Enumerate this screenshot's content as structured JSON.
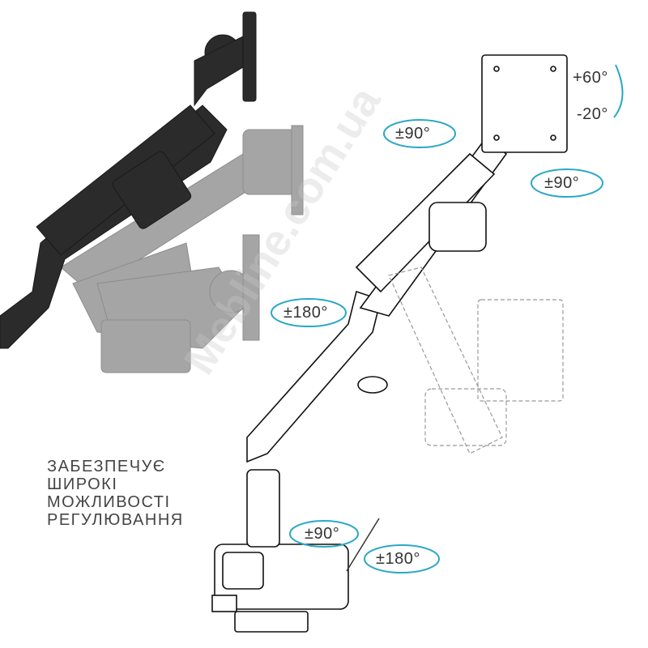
{
  "angles": {
    "tilt_up": "+60°",
    "tilt_down": "-20°",
    "head_swivel_left": "±90°",
    "head_swivel_right": "±90°",
    "elbow_rotation": "±180°",
    "base_arm_rotation": "±90°",
    "base_rotation": "±180°"
  },
  "caption": [
    "ЗАБЕЗПЕЧУЄ",
    "ШИРОКІ",
    "МОЖЛИВОСТІ",
    "РЕГУЛЮВАННЯ"
  ],
  "watermark": "Mebline.com.ua",
  "colors": {
    "accent": "#2aa8c4",
    "arm_dark": "#2b2b2b",
    "arm_ghost": "#9a9a9a"
  }
}
